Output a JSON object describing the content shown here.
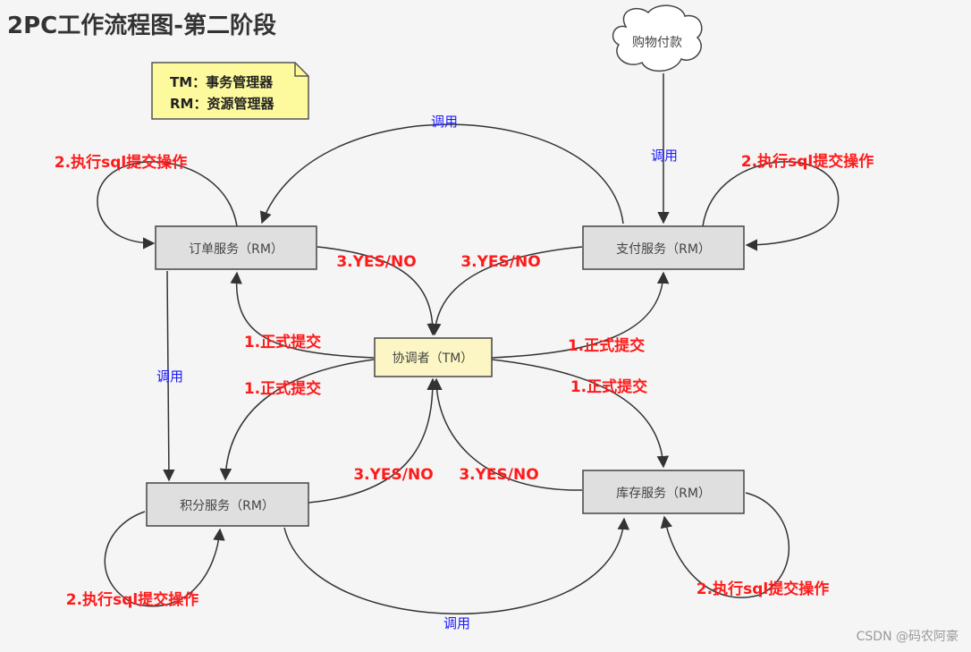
{
  "title": "2PC工作流程图-第二阶段",
  "legend": {
    "line1": "TM：事务管理器",
    "line2": "RM：资源管理器"
  },
  "nodes": {
    "cloud": "购物付款",
    "order": "订单服务（RM）",
    "payment": "支付服务（RM）",
    "coordinator": "协调者（TM）",
    "points": "积分服务（RM）",
    "inventory": "库存服务（RM）"
  },
  "labels": {
    "call": "调用",
    "exec_sql": "2.执行sql提交操作",
    "vote": "3.YES/NO",
    "commit": "1.正式提交"
  },
  "colors": {
    "box_fill": "#dfdfdf",
    "coordinator_fill": "#fbf6c4",
    "legend_fill": "#fdfa9d",
    "red_label": "#ff1a1a",
    "blue_label": "#1a1aff"
  },
  "watermark": "CSDN @码农阿豪"
}
